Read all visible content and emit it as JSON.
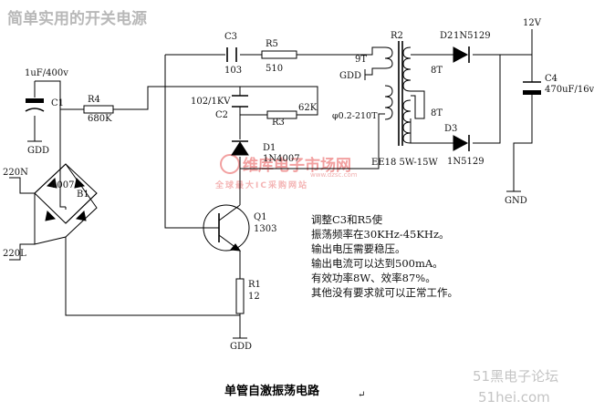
{
  "page_title": "简单实用的开关电源",
  "caption": "单管自激振荡电路",
  "caption_mark": "↵",
  "components": {
    "c3": "C3",
    "c3_value": "103",
    "r5": "R5",
    "r5_value": "510",
    "c1_value": "1uF/400v",
    "c1": "C1",
    "r4": "R4",
    "r4_value": "680K",
    "c2_value": "102/1KV",
    "c2": "C2",
    "r3": "R3",
    "r3_value": "62K",
    "d1": "D1",
    "d1_value": "1N4007",
    "bridge_value": "4007",
    "bridge": "B1",
    "q1": "Q1",
    "q1_value": "1303",
    "r1": "R1",
    "r1_value": "12",
    "r2": "R2",
    "core": "EE18 5W-15W",
    "wire_spec": "φ0.2-210T",
    "fb_turns": "9T",
    "sec_turns_top": "8T",
    "sec_turns_bottom": "8T",
    "d2": "D2",
    "d2_value": "1N5129",
    "d3": "D3",
    "d3_value": "1N5129",
    "c4": "C4",
    "c4_value": "470uF/16v",
    "vout": "12V"
  },
  "nets": {
    "gnd_c1": "GDD",
    "gnd_fb": "GDD",
    "gnd_r1": "GDD",
    "gnd_out": "GND",
    "ac_in_n": "220N",
    "ac_in_l": "220L"
  },
  "notes": [
    "调整C3和R5使",
    "振荡频率在30KHz-45KHz。",
    "输出电压需要稳压。",
    "输出电流可以达到500mA。",
    "有效功率8W、效率87%。",
    "其他没有要求就可以正常工作。"
  ],
  "watermark": {
    "logo_text": "维库电子市场网",
    "url": "www.dzsc.com",
    "slogan": "全球最大IC采购网站",
    "site_cn": "51黑电子论坛",
    "site_url": "51hei.com"
  }
}
